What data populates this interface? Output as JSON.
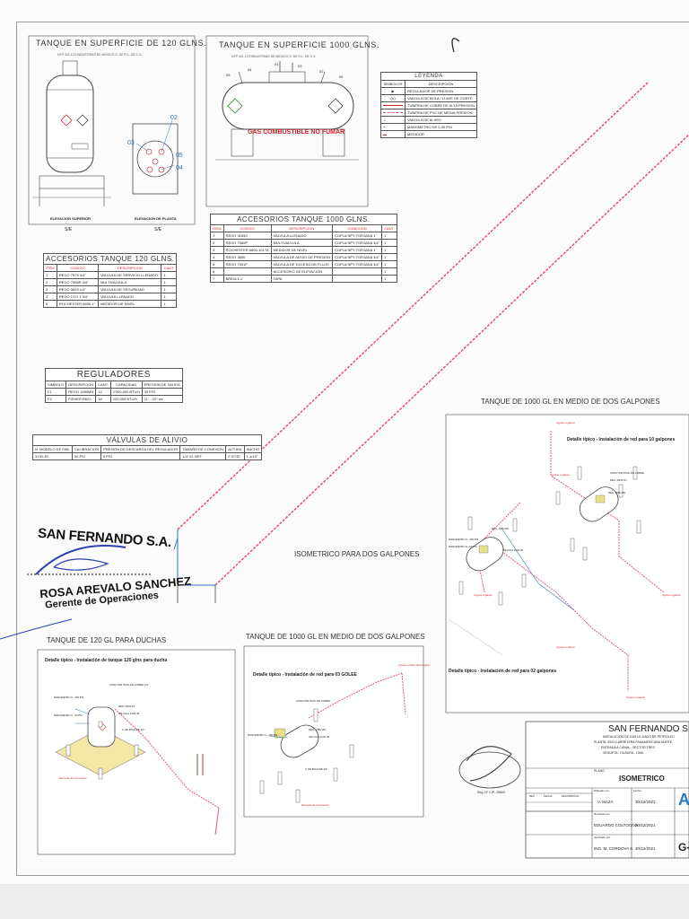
{
  "tank120": {
    "title": "TANQUE EN SUPERFICIE DE 120 GLNS.",
    "subtitle": "NTP 321.123 INDUSTRIAS DE MEXICO S. DE R.L. DE C.V.",
    "callouts": [
      "02",
      "03",
      "04",
      "05"
    ],
    "label_left": "ELEVACION SUPERIOR",
    "label_left_scale": "S/E",
    "label_right": "ELEVACION DE PLANTA",
    "label_right_scale": "S/E"
  },
  "tank1000": {
    "title": "TANQUE EN SUPERFICIE 1000 GLNS.",
    "subtitle": "NTP 321.123 INDUSTRIAS DE MEXICO S. DE R.L. DE C.V.",
    "warning": "GAS COMBUSTIBLE NO FUMAR",
    "callouts": [
      "05",
      "04",
      "01",
      "03",
      "02",
      "06"
    ]
  },
  "legend": {
    "title": "LEYENDA",
    "col1": "SÍMBOLOS",
    "col2": "DESCRIPCIÓN",
    "rows": [
      [
        "▶",
        "REGULADOR DE PRESION"
      ],
      [
        "(V)",
        "VALVULA DE BOLA / LLAVE DE CORTE"
      ],
      [
        "",
        "TUBERIA DE COBRE DE ALTA PRESION"
      ],
      [
        "",
        "TUBERIA DE PVC DE MEDIA PRESION"
      ],
      [
        "",
        "VALVULA DE ALIVIO"
      ],
      [
        "",
        "MANOMETRO DE 0-30 PSI"
      ],
      [
        "",
        "MEDIDOR"
      ]
    ]
  },
  "acc1000": {
    "title": "ACCESORIOS TANQUE 1000 GLNS.",
    "headers": [
      "ITEM",
      "CODIGO",
      "DESCRIPCION",
      "CONEXION",
      "CANT."
    ],
    "rows": [
      [
        "1",
        "REGO 3165C",
        "VALVULA LLENADO",
        "COPLA NPT FORJADA 1\"",
        "1"
      ],
      [
        "2",
        "REGO 7560P",
        "MULTIVALVULA",
        "COPLA NPT FORJADA 3/4\"",
        "1"
      ],
      [
        "3",
        "ROCHESTER 6600-1017A",
        "MEDIDOR DE NIVEL",
        "COPLA NPT FORJADA 1\"",
        "1"
      ],
      [
        "4",
        "REGO 3800",
        "VALVULA DE ALIVIO DE PRESION",
        "COPLA NPT FORJADA 3/4\"",
        "1"
      ],
      [
        "5",
        "REGO 7591F",
        "VALVULA DE EXCESO DE FLUJO",
        "COPLA NPT FORJADA 3/4\"",
        "1"
      ],
      [
        "6",
        "",
        "ACCESORIO DE ELEVACION",
        "",
        "1"
      ],
      [
        "7",
        "BRIDA 1-2",
        "TAPA",
        "",
        "1"
      ]
    ]
  },
  "acc120": {
    "title": "ACCESORIOS TANQUE 120 GLNS.",
    "headers": [
      "ITEM",
      "CODIGO",
      "DESCRIPCION",
      "CANT."
    ],
    "rows": [
      [
        "1",
        "REGO 7579 3/4\"",
        "VALVULA DE SERVICIO LLENADO",
        "1"
      ],
      [
        "2",
        "REGO 7556R 3/4\"",
        "MULTIVALVULA",
        "1"
      ],
      [
        "3",
        "REGO 3829 1/4\"",
        "VALVULA DE SEGURIDAD",
        "1"
      ],
      [
        "4",
        "REGO LTCI 1 3/4\"",
        "VALVULA LLENADO",
        "1"
      ],
      [
        "5",
        "ROCHESTER 6699-1\"",
        "MEDIDOR DE NIVEL",
        "1"
      ]
    ]
  },
  "regs": {
    "title": "REGULADORES",
    "headers": [
      "SIMBOLO",
      "DESCRIPCION",
      "CANT.",
      "CAPACIDAD",
      "PRESION DE SALIDA"
    ],
    "rows": [
      [
        "F1",
        "REGO 1580MN",
        "12",
        "1'000,000 BTU/h",
        "30 PSI"
      ],
      [
        "F2",
        "FISHER R622",
        "18",
        "120,000 BTU/h",
        "11\" - 20\" wc"
      ]
    ]
  },
  "valves": {
    "title": "VÁLVULAS DE ALIVIO",
    "headers": [
      "N. MODELO DE FAB.",
      "CALIBRACION",
      "PRESION DE DESCARGA DEL REGULADOR",
      "TAMAÑO DE CONEXION",
      "ALTURA",
      "ANCHO"
    ],
    "row": [
      "3130-30",
      "30 PSI",
      "5 PSI",
      "1/4\" M. NPT",
      "2 37/32\"",
      "1 1/16\""
    ]
  },
  "stamp": {
    "company": "SAN FERNANDO S.A.",
    "name": "ROSA AREVALO SANCHEZ",
    "role": "Gerente de Operaciones"
  },
  "center_label": "ISOMETRICO PARA DOS GALPONES",
  "panel_right": {
    "title": "TANQUE DE 1000 GL EN MEDIO DE DOS GALPONES",
    "detail_top": "Detalle típico - Instalación de red para 10 galpones",
    "detail_bottom": "Detalle típico - Instalación de red para 02 galpones",
    "labels": [
      "MANOMETRO 0 - 300 PSI",
      "MANOMETRO 0 - 60 PSI",
      "REG. 1580 MN",
      "REG. 1580 MN",
      "CONCTOR POOL DE COBRE",
      "REG. R622 FC",
      "VALVULA 3130-30",
      "Ingreso a galpón",
      "Ingreso a galpón",
      "Ingreso a galpón",
      "Ingreso a galpón",
      "Ingreso a galpón",
      "Ingreso a galpón"
    ]
  },
  "panel_ducha": {
    "title": "TANQUE DE 120 GL PARA DUCHAS",
    "detail": "Detalle típico - Instalación de tanque 120 glns para ducha",
    "labels": [
      "CONCTOR POOL DE COBRE 1/4\"",
      "MANOMETRO 0 - 300 PSI",
      "MANOMETRO 0 - 60 PSI",
      "REG. R622 FC",
      "VALVULA 3130-30",
      "V. DE BOLA DE 3/4\"",
      "Elemento de Iluminación"
    ]
  },
  "panel_mid": {
    "title": "TANQUE DE 1000 GL EN MEDIO DE DOS GALPONES",
    "detail": "Detalle típico - Instalación de red para 03 GOLEE",
    "labels": [
      "CONCTOR POOL DE COBRE",
      "MANOMETRO 0 - 300 PSI",
      "REG. 1580 MN",
      "VALVULA 3130-30",
      "V. DE BOLA DE 3/4\"",
      "Ingreso a Motor Electrógeno",
      "Elemento de Iluminación"
    ]
  },
  "seal": {
    "reg": "Reg. N° CIP: 25600"
  },
  "title_block": {
    "company": "SAN FERNANDO S.A.",
    "desc": "INSTALACION DE GAS LICUADO DE PETROLEO",
    "address1": "PLANTA: 0501 CARRETERA PANAMERICANA NORTE",
    "address2": "ENTRADA A CANAL - SECTOR TRES",
    "address3": "VEGUETA - HUAURA - LIMA",
    "plano_label": "PLANO",
    "plano": "ISOMETRICO",
    "rows": [
      [
        "V. MAZA",
        "30/12/2021"
      ],
      [
        "EDUARDO COLTOCIVA",
        "30/12/2021"
      ],
      [
        "ING. M. CORDOVA S.",
        "30/12/2021"
      ]
    ],
    "sheet_letter": "A",
    "sheet_code": "G-",
    "rev_label": "Dibujado por",
    "rev_label2": "Revisado por",
    "rev_label3": "Aprobado por",
    "fecha": "Fecha",
    "small_table_headers": [
      "REV.",
      "FECHA",
      "DESCRIPCION"
    ]
  },
  "colors": {
    "pipe_red": "#d4202c",
    "pipe_blue": "#2b79c2",
    "pipe_pink": "#e05a7a",
    "stamp_blue": "#2c3fb0",
    "tank_fill": "#e7e08a"
  }
}
